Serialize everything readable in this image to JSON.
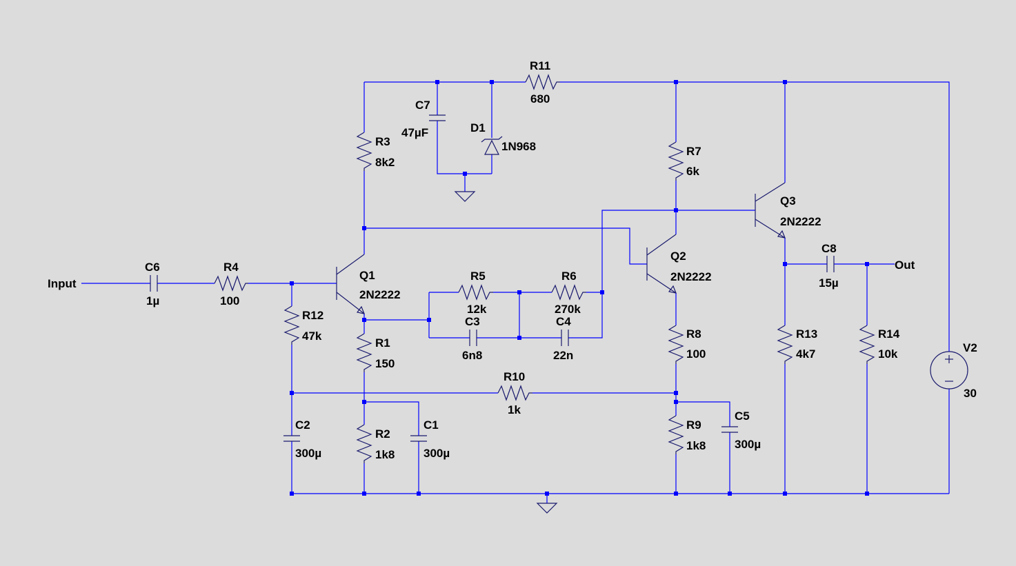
{
  "components": {
    "C6": {
      "ref": "C6",
      "value": "1µ"
    },
    "R4": {
      "ref": "R4",
      "value": "100"
    },
    "R12": {
      "ref": "R12",
      "value": "47k"
    },
    "Q1": {
      "ref": "Q1",
      "value": "2N2222"
    },
    "R1": {
      "ref": "R1",
      "value": "150"
    },
    "R2": {
      "ref": "R2",
      "value": "1k8"
    },
    "C1": {
      "ref": "C1",
      "value": "300µ"
    },
    "C2": {
      "ref": "C2",
      "value": "300µ"
    },
    "R3": {
      "ref": "R3",
      "value": "8k2"
    },
    "C7": {
      "ref": "C7",
      "value": "47µF"
    },
    "D1": {
      "ref": "D1",
      "value": "1N968"
    },
    "R11": {
      "ref": "R11",
      "value": "680"
    },
    "R5": {
      "ref": "R5",
      "value": "12k"
    },
    "R6": {
      "ref": "R6",
      "value": "270k"
    },
    "C3": {
      "ref": "C3",
      "value": "6n8"
    },
    "C4": {
      "ref": "C4",
      "value": "22n"
    },
    "R10": {
      "ref": "R10",
      "value": "1k"
    },
    "R7": {
      "ref": "R7",
      "value": "6k"
    },
    "Q2": {
      "ref": "Q2",
      "value": "2N2222"
    },
    "R8": {
      "ref": "R8",
      "value": "100"
    },
    "R9": {
      "ref": "R9",
      "value": "1k8"
    },
    "C5": {
      "ref": "C5",
      "value": "300µ"
    },
    "Q3": {
      "ref": "Q3",
      "value": "2N2222"
    },
    "C8": {
      "ref": "C8",
      "value": "15µ"
    },
    "R13": {
      "ref": "R13",
      "value": "4k7"
    },
    "R14": {
      "ref": "R14",
      "value": "10k"
    },
    "V2": {
      "ref": "V2",
      "value": "30"
    }
  },
  "nets": {
    "input": "Input",
    "output": "Out"
  },
  "colors": {
    "background": "#dcdcdc",
    "wire": "#0000ff",
    "symbol": "#1a1a6e",
    "text": "#000000"
  }
}
